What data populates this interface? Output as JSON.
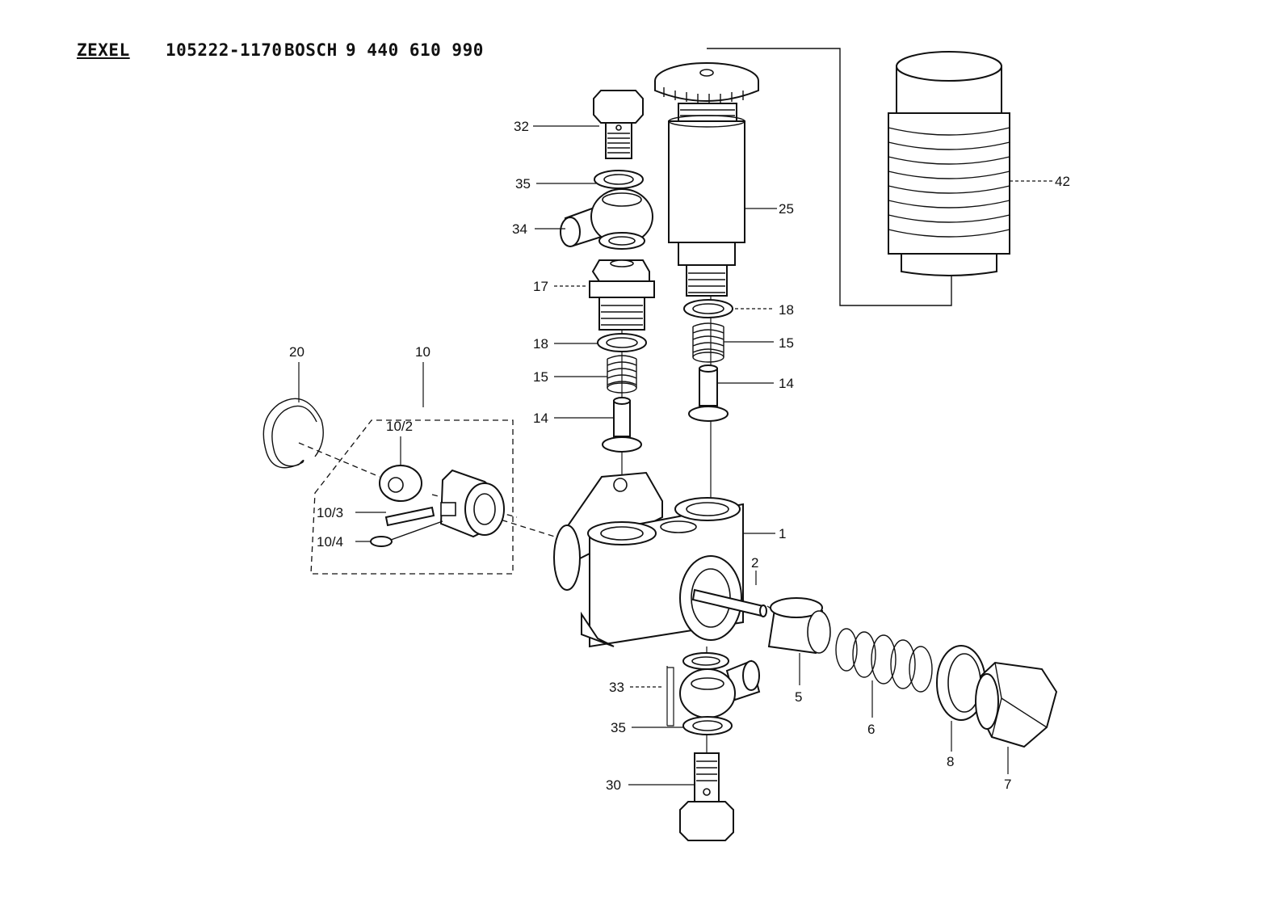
{
  "header": {
    "brand": "ZEXEL",
    "zexel_part_no": "105222-1170",
    "oem_brand": "BOSCH",
    "oem_part_no": "9 440 610 990"
  },
  "callouts": {
    "c1": "1",
    "c2": "2",
    "c5": "5",
    "c6": "6",
    "c7": "7",
    "c8": "8",
    "c10": "10",
    "c10_2": "10/2",
    "c10_3": "10/3",
    "c10_4": "10/4",
    "c14_left": "14",
    "c14_right": "14",
    "c15_left": "15",
    "c15_right": "15",
    "c17": "17",
    "c18_left": "18",
    "c18_right": "18",
    "c20": "20",
    "c25": "25",
    "c30": "30",
    "c32": "32",
    "c33": "33",
    "c34": "34",
    "c35_top": "35",
    "c35_bottom": "35",
    "c42": "42"
  }
}
